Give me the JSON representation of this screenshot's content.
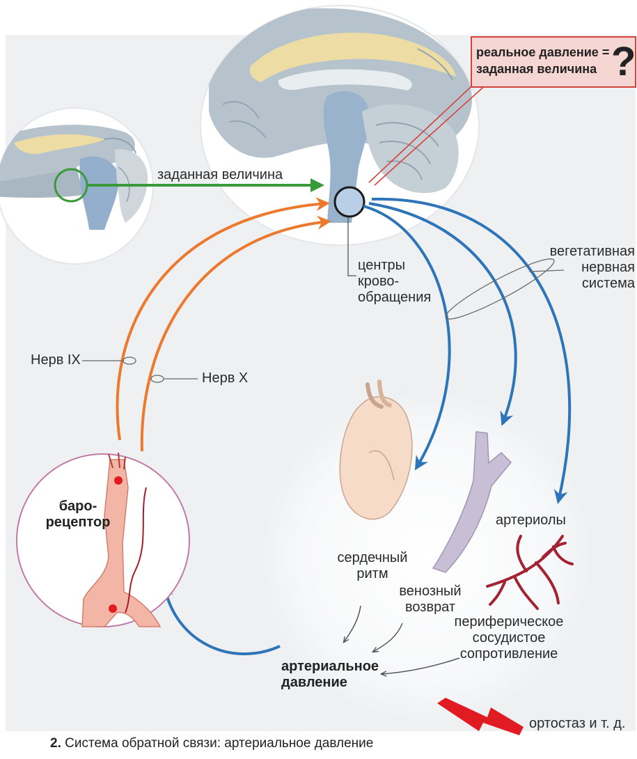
{
  "labels": {
    "setpoint": "заданная величина",
    "question_box_line1": "реальное давление =",
    "question_box_line2": "заданная величина",
    "question_mark": "?",
    "centers_line1": "центры",
    "centers_line2": "крово-",
    "centers_line3": "обращения",
    "ans_line1": "вегетативная",
    "ans_line2": "нервная",
    "ans_line3": "система",
    "nerve_ix": "Нерв IX",
    "nerve_x": "Нерв X",
    "baroreceptor_line1": "баро-",
    "baroreceptor_line2": "рецептор",
    "heart_rate_line1": "сердечный",
    "heart_rate_line2": "ритм",
    "venous_line1": "венозный",
    "venous_line2": "возврат",
    "arterioles": "артериолы",
    "peripheral_line1": "периферическое",
    "peripheral_line2": "сосудистое",
    "peripheral_line3": "сопротивление",
    "arterial_line1": "артериальное",
    "arterial_line2": "давление",
    "orthostasis": "ортостаз и т. д."
  },
  "caption": {
    "number": "2.",
    "text": "Система обратной связи: артериальное давление"
  },
  "colors": {
    "green_arrow": "#3a9a3a",
    "orange_arrow": "#ec7a2e",
    "blue_arrow": "#2d74b8",
    "red_bolt": "#e11b22",
    "brain_gray": "#b7c3cc",
    "brain_yellow": "#eddca4",
    "background": "#eef0f2"
  }
}
